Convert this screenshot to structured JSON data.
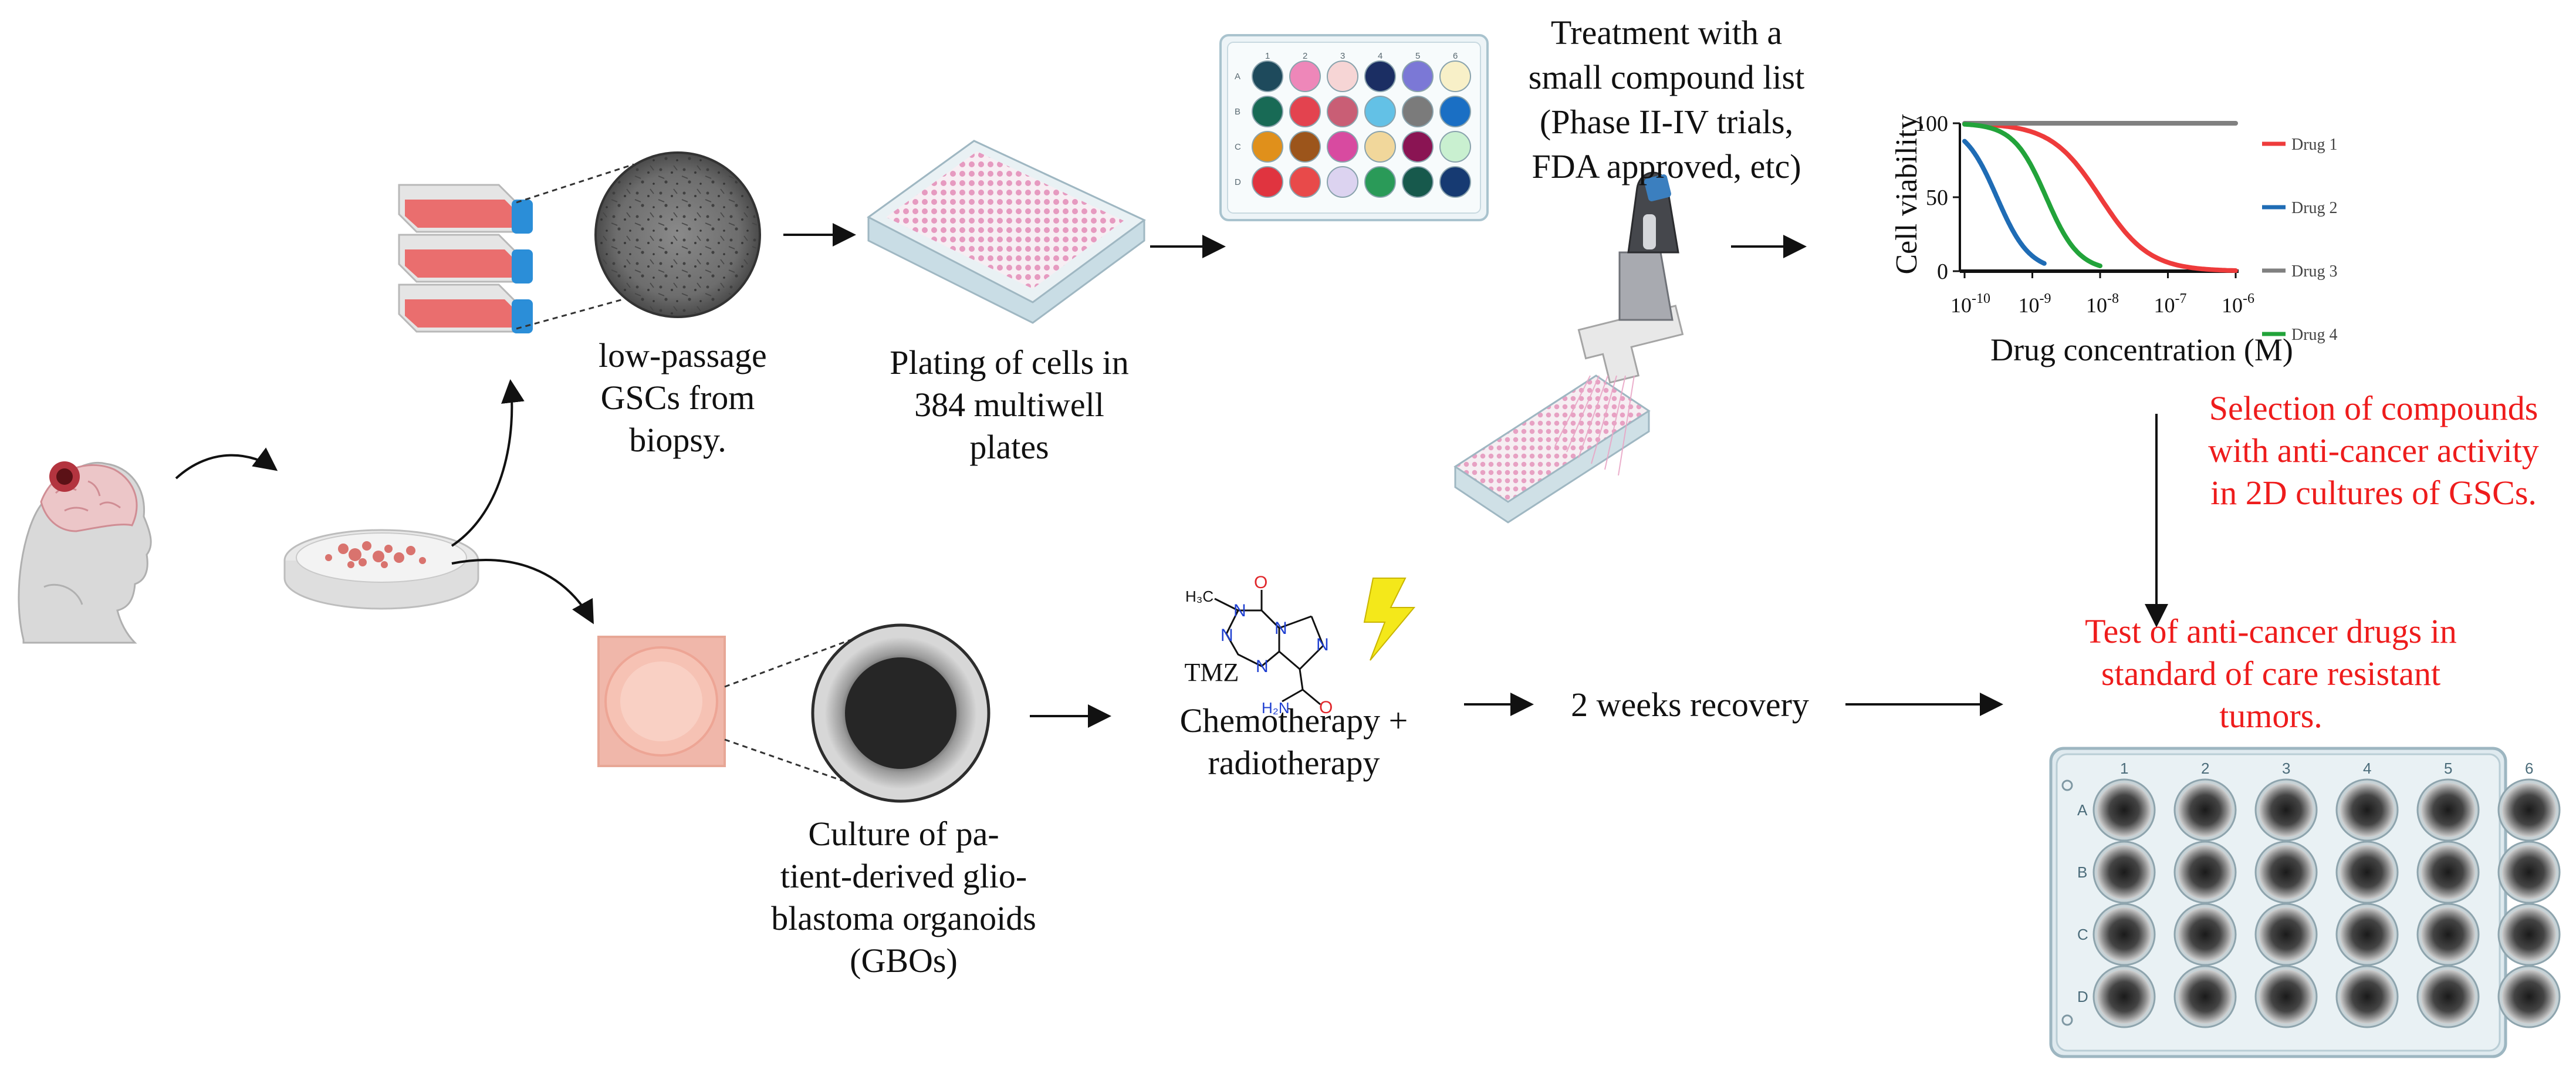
{
  "labels": {
    "gsc_line1": "low-passage",
    "gsc_line2": "GSCs from",
    "gsc_line3": "biopsy.",
    "plating_line1": "Plating of cells in",
    "plating_line2": "384 multiwell",
    "plating_line3": "plates",
    "treatment_line1": "Treatment with a",
    "treatment_line2": "small compound list",
    "treatment_line3": "(Phase II-IV trials,",
    "treatment_line4": "FDA approved, etc)",
    "selection_line1": "Selection of compounds",
    "selection_line2": "with anti-cancer activity",
    "selection_line3": "in 2D cultures of GSCs.",
    "culture_line1": "Culture of pa-",
    "culture_line2": "tient-derived glio-",
    "culture_line3": "blastoma organoids",
    "culture_line4": "(GBOs)",
    "tmz": "TMZ",
    "chemo_line1": "Chemotherapy +",
    "chemo_line2": "radiotherapy",
    "recovery": "2 weeks recovery",
    "test_line1": "Test of anti-cancer drugs in",
    "test_line2": "standard of care resistant",
    "test_line3": "tumors."
  },
  "molecule": {
    "atom_o": "O",
    "atom_n1": "N",
    "atom_n2": "N",
    "atom_n3": "N",
    "atom_n4": "N",
    "atom_n5": "N",
    "methyl": "H₃C",
    "amide_o": "O",
    "amide_n": "H₂N"
  },
  "small_plate": {
    "columns": [
      "1",
      "2",
      "3",
      "4",
      "5",
      "6"
    ],
    "rows": [
      "A",
      "B",
      "C",
      "D"
    ],
    "well_colors": [
      [
        "#1e4a5c",
        "#ee87b9",
        "#f6d5d5",
        "#1b2e63",
        "#7b78d6",
        "#f8f0c8"
      ],
      [
        "#186a55",
        "#e3434f",
        "#c95e75",
        "#63c1e6",
        "#7b7b7b",
        "#1a6fc4"
      ],
      [
        "#e0901b",
        "#9c551b",
        "#d84aa0",
        "#f1d79b",
        "#8a1453",
        "#c9f0d0"
      ],
      [
        "#e0343f",
        "#e84a4a",
        "#dcd3f0",
        "#2a9a58",
        "#17594c",
        "#163a72"
      ]
    ]
  },
  "result_plate": {
    "columns": [
      "1",
      "2",
      "3",
      "4",
      "5",
      "6"
    ],
    "rows": [
      "A",
      "B",
      "C",
      "D"
    ]
  },
  "chart_data": {
    "type": "line",
    "title": "",
    "xlabel": "Drug concentration (M)",
    "ylabel": "Cell viability",
    "x_scale": "log",
    "xlim": [
      1e-10,
      1e-06
    ],
    "ylim": [
      0,
      100
    ],
    "x_ticks": [
      {
        "value": 1e-10,
        "base": "10",
        "exp": "-10"
      },
      {
        "value": 1e-09,
        "base": "10",
        "exp": "-9"
      },
      {
        "value": 1e-08,
        "base": "10",
        "exp": "-8"
      },
      {
        "value": 1e-07,
        "base": "10",
        "exp": "-7"
      },
      {
        "value": 1e-06,
        "base": "10",
        "exp": "-6"
      }
    ],
    "y_ticks": [
      "0",
      "50",
      "100"
    ],
    "legend_position": "right",
    "series": [
      {
        "name": "Drug 1",
        "color": "#ee3b3b",
        "ic50": 1e-08,
        "hill": 1.2,
        "x_end": 1e-06
      },
      {
        "name": "Drug 2",
        "color": "#1f6cb5",
        "ic50": 3e-10,
        "hill": 1.8,
        "x_end": 1.5e-09
      },
      {
        "name": "Drug 3",
        "color": "#808080",
        "ic50": null,
        "hill": 0,
        "x_end": 1e-06
      },
      {
        "name": "Drug 4",
        "color": "#22a33a",
        "ic50": 1.6e-09,
        "hill": 1.8,
        "x_end": 1e-08
      }
    ]
  }
}
